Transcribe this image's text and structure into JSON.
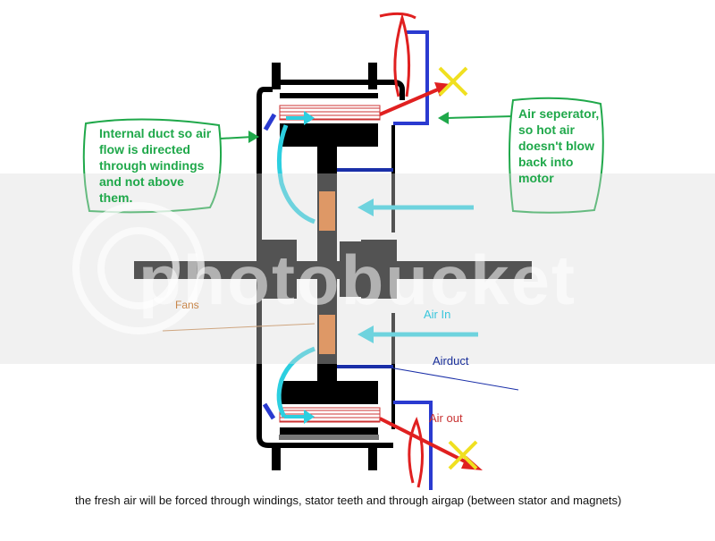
{
  "annotations": {
    "internal_duct_note": "Internal duct so air flow is directed through windings and not above them.",
    "air_separator_note": "Air seperator, so hot air doesn't blow back into motor",
    "fans_label": "Fans",
    "air_in_label": "Air In",
    "airduct_label": "Airduct",
    "air_out_label": "Air out",
    "caption": "the fresh air will be forced through windings, stator teeth and through airgap (between stator and magnets)"
  },
  "watermark": {
    "text": "photobucket"
  },
  "colors": {
    "housing": "#000000",
    "shaft": "#000000",
    "winding": "#cc3333",
    "fan": "#e07020",
    "cool_air": "#2ccfe0",
    "hot_air": "#e02020",
    "duct": "#1a2fa8",
    "note": "#1fa84a",
    "blocked_mark": "#f0e020",
    "watermark_band": "#d9d9d9"
  },
  "icons": [
    "camera-watermark-icon",
    "blocked-x-icon"
  ]
}
